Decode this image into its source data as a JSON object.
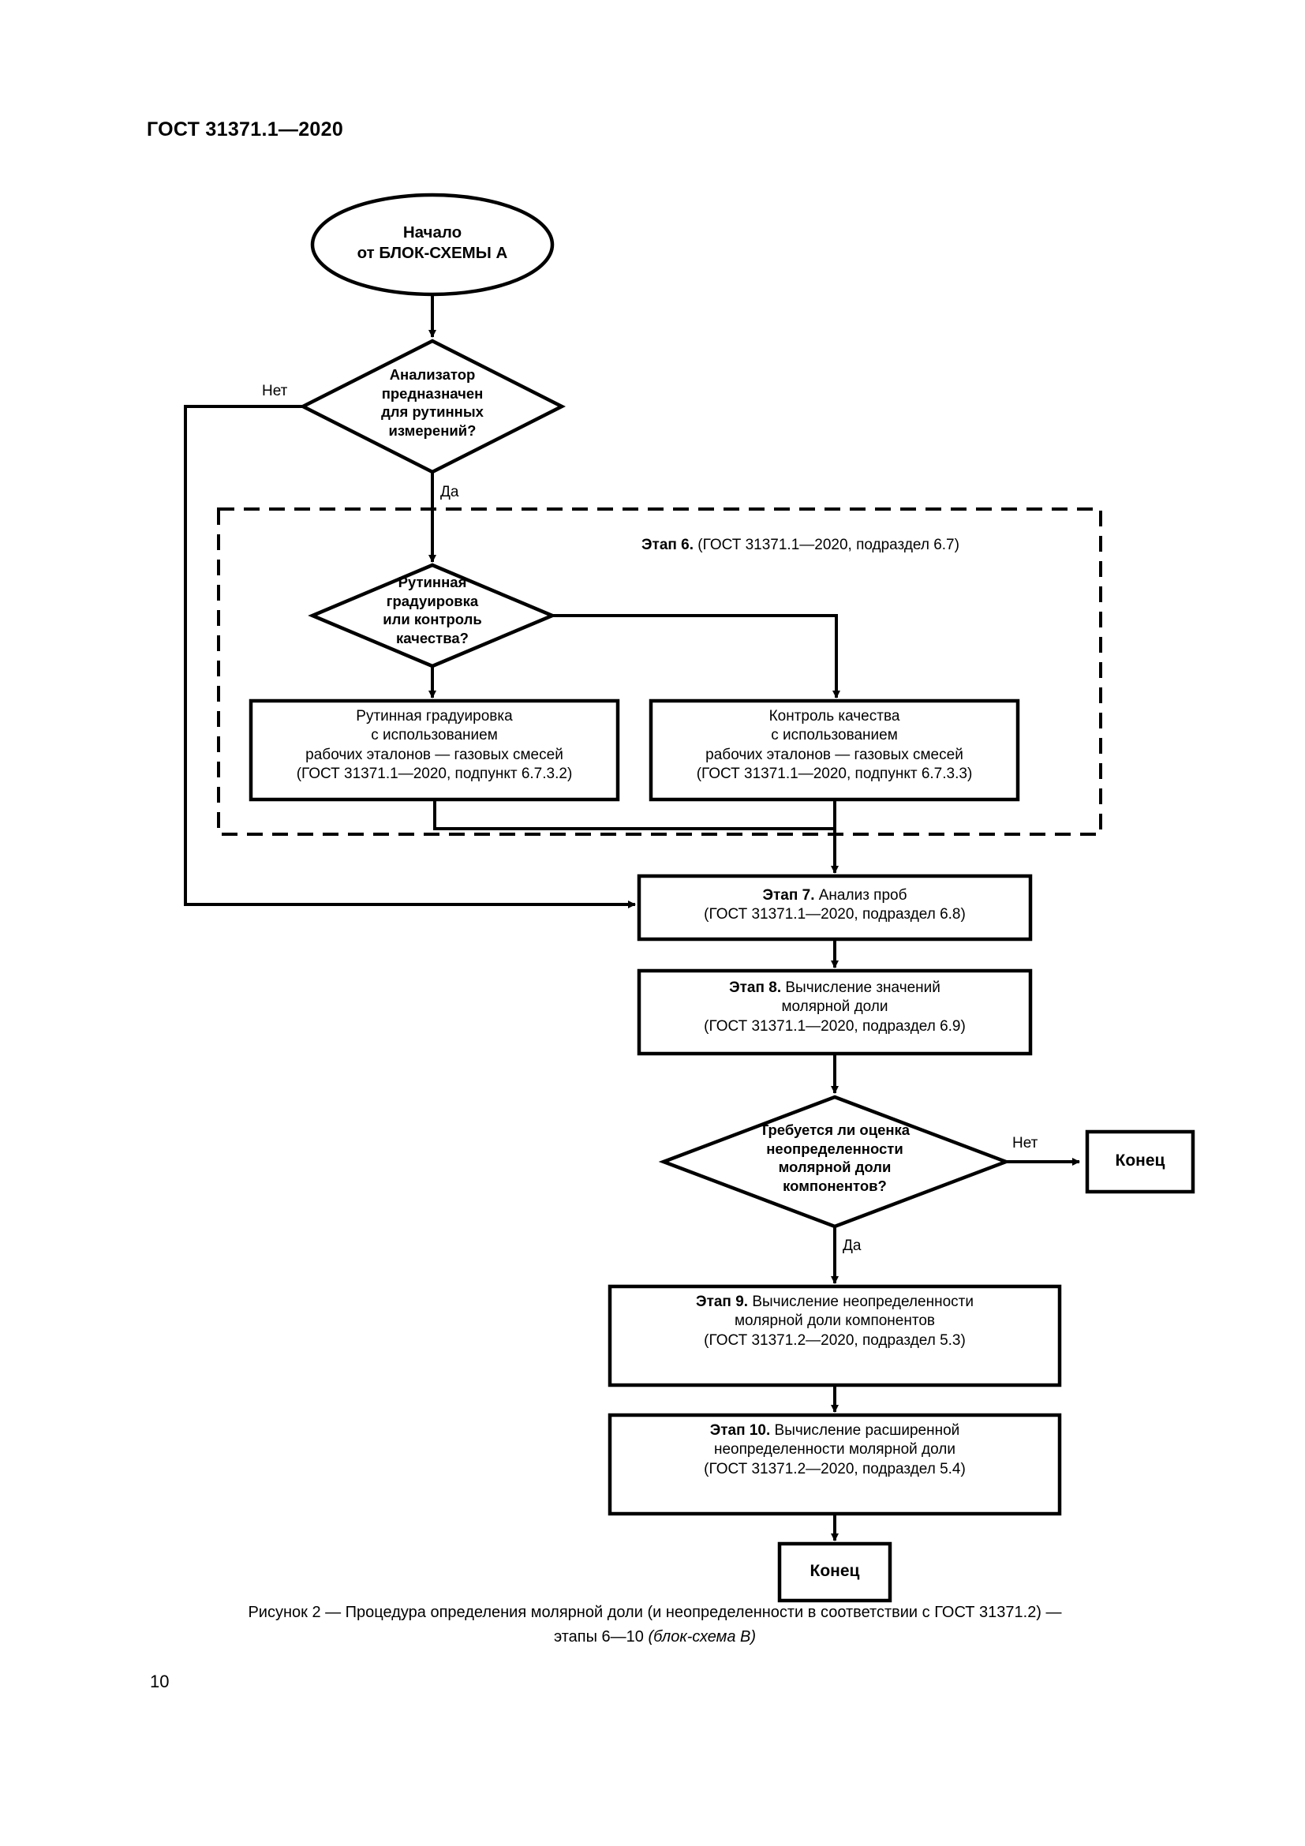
{
  "document": {
    "header": "ГОСТ 31371.1—2020",
    "page_number": "10"
  },
  "figure": {
    "caption_line1": "Рисунок 2 — Процедура определения молярной доли (и неопределенности в соответствии с ГОСТ 31371.2) —",
    "caption_line2_plain": "этапы 6—10 ",
    "caption_line2_italic": "(блок-схема В)"
  },
  "flow": {
    "start": {
      "label": "Начало\nот БЛОК-СХЕМЫ А"
    },
    "decision_analyzer": {
      "label": "Анализатор\nпредназначен\nдля рутинных\nизмерений?",
      "branch_no": "Нет",
      "branch_yes": "Да"
    },
    "stage6_group": {
      "label_bold": "Этап 6.",
      "label_rest": " (ГОСТ 31371.1—2020, подраздел 6.7)"
    },
    "decision_calibration": {
      "label": "Рутинная\nградуировка\nили контроль\nкачества?"
    },
    "box_routine_calibration": {
      "line1": "Рутинная градуировка",
      "line2": "с использованием",
      "line3": "рабочих эталонов — газовых смесей",
      "line4": "(ГОСТ 31371.1—2020, подпункт 6.7.3.2)"
    },
    "box_quality_control": {
      "line1": "Контроль качества",
      "line2": "с использованием",
      "line3": "рабочих эталонов — газовых смесей",
      "line4": "(ГОСТ 31371.1—2020, подпункт 6.7.3.3)"
    },
    "stage7": {
      "bold": "Этап 7.",
      "rest": " Анализ проб",
      "line2": "(ГОСТ 31371.1—2020, подраздел 6.8)"
    },
    "stage8": {
      "bold": "Этап 8.",
      "rest": " Вычисление значений",
      "line2": "молярной доли",
      "line3": "(ГОСТ 31371.1—2020, подраздел 6.9)"
    },
    "decision_uncertainty": {
      "label": "Требуется ли оценка\nнеопределенности\nмолярной доли\nкомпонентов?",
      "branch_no": "Нет",
      "branch_yes": "Да"
    },
    "end_early": {
      "label": "Конец"
    },
    "stage9": {
      "bold": "Этап 9.",
      "rest": " Вычисление неопределенности",
      "line2": "молярной доли компонентов",
      "line3": "(ГОСТ 31371.2—2020, подраздел 5.3)"
    },
    "stage10": {
      "bold": "Этап 10.",
      "rest": " Вычисление расширенной",
      "line2": "неопределенности молярной доли",
      "line3": "(ГОСТ 31371.2—2020, подраздел 5.4)"
    },
    "end_final": {
      "label": "Конец"
    }
  },
  "colors": {
    "ink": "#000000",
    "paper": "#ffffff"
  }
}
